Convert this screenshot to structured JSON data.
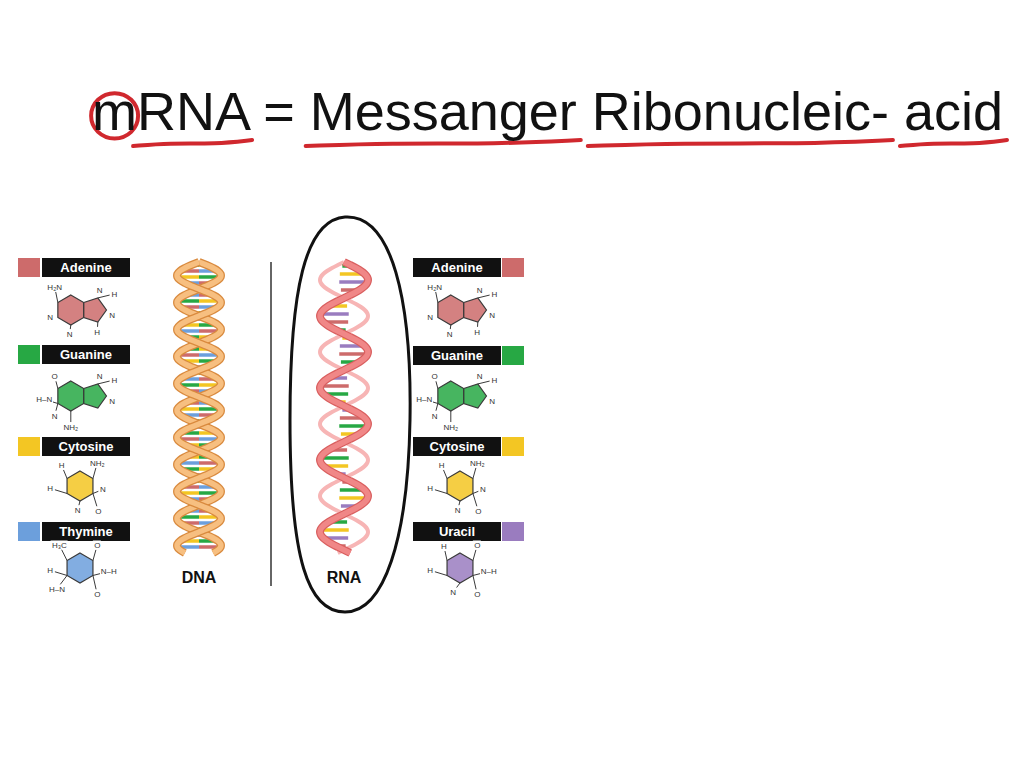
{
  "diagram": {
    "title": "mRNA = Messanger Ribonucleic- acid",
    "labels": [
      "H₂N",
      "N",
      "H",
      "N",
      "N",
      "N",
      "H",
      "O",
      "N",
      "H",
      "H–N",
      "N",
      "N",
      "NH₂",
      "H",
      "NH₂",
      "H",
      "N",
      "N",
      "O",
      "H₃C",
      "O",
      "H",
      "N–H",
      "H–N",
      "O",
      "DNA",
      "RNA",
      "H₂N",
      "N",
      "H",
      "N",
      "N",
      "N",
      "H",
      "O",
      "N",
      "H",
      "H–N",
      "N",
      "N",
      "NH₂",
      "H",
      "NH₂",
      "H",
      "N",
      "N",
      "O",
      "H",
      "O",
      "H",
      "N–H",
      "N",
      "O"
    ],
    "legend": [
      {
        "text": "Adenine",
        "color": "#cd6b6b"
      },
      {
        "text": "Guanine",
        "color": "#27a844"
      },
      {
        "text": "Cytosine",
        "color": "#f3c623"
      },
      {
        "text": "Thymine",
        "color": "#6c9fdc"
      },
      {
        "text": "Adenine",
        "color": "#cd6b6b"
      },
      {
        "text": "Guanine",
        "color": "#27a844"
      },
      {
        "text": "Cytosine",
        "color": "#f3c623"
      },
      {
        "text": "Uracil",
        "color": "#9a7cbf"
      }
    ]
  }
}
